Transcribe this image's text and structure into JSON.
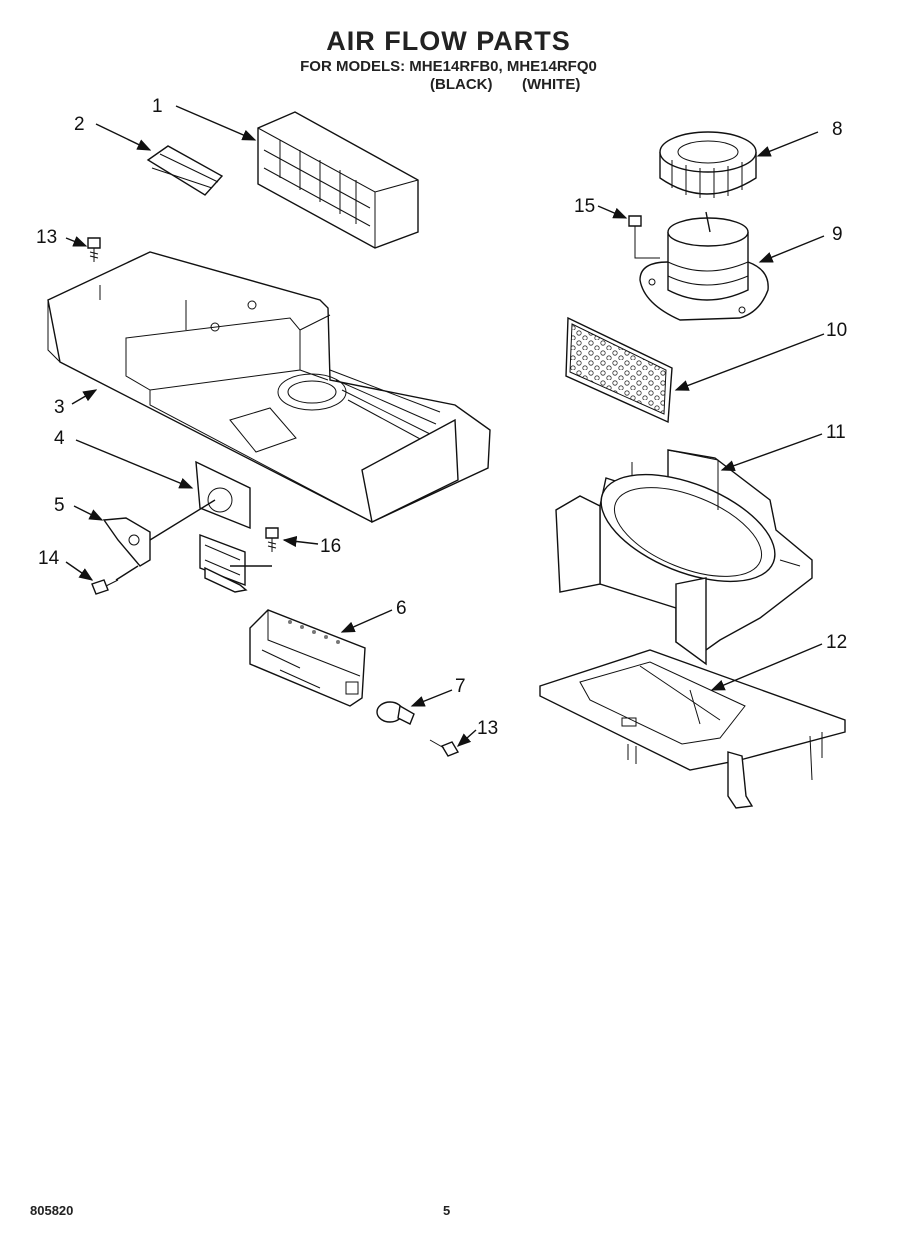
{
  "header": {
    "title": "AIR FLOW PARTS",
    "subtitle": "FOR MODELS: MHE14RFB0, MHE14RFQ0",
    "color_black": "(BLACK)",
    "color_white": "(WHITE)"
  },
  "callouts": {
    "c1": "1",
    "c2": "2",
    "c3": "3",
    "c4": "4",
    "c5": "5",
    "c6": "6",
    "c7": "7",
    "c8": "8",
    "c9": "9",
    "c10": "10",
    "c11": "11",
    "c12": "12",
    "c13a": "13",
    "c13b": "13",
    "c14": "14",
    "c15": "15",
    "c16": "16"
  },
  "footer": {
    "doc_number": "805820",
    "page_number": "5"
  }
}
